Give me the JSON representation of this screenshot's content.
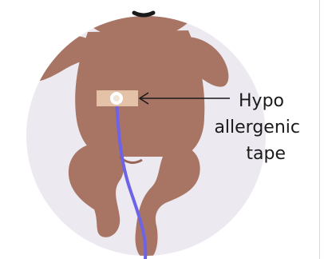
{
  "illustration": {
    "subject": "infant",
    "colors": {
      "background_circle": "#ECEAF0",
      "skin": "#A87565",
      "skin_shade": "#976555",
      "tape": "#E3C2A8",
      "electrode_ring": "#ffffff",
      "electrode_center": "#F1E4D8",
      "wire": "#6C63E8",
      "mouth": "#1a1a1a",
      "leader_line": "#1a1a1a"
    }
  },
  "label": {
    "lines": [
      "Hypo",
      "allergenic",
      "tape"
    ]
  }
}
